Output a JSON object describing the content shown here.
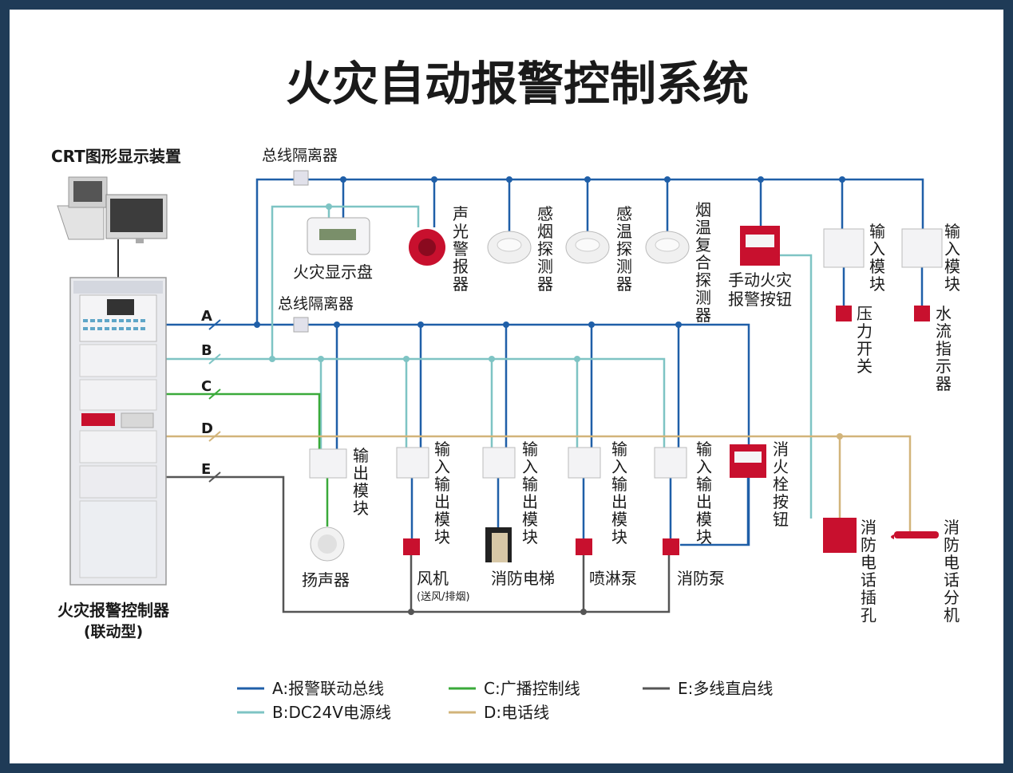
{
  "title": "火灾自动报警控制系统",
  "colors": {
    "A": "#1f5fa8",
    "B": "#7ec4c4",
    "C": "#3aaa3a",
    "D": "#d2b47a",
    "E": "#555555",
    "frame": "#1f3b57",
    "title": "#1f3b57",
    "red": "#c8102e"
  },
  "labels": {
    "crt": "CRT图形显示装置",
    "isolator_top": "总线隔离器",
    "isolator_mid": "总线隔离器",
    "fire_panel": "火灾显示盘",
    "controller_line1": "火灾报警控制器",
    "controller_line2": "(联动型)",
    "sound_light": "声光警报器",
    "smoke": "感烟探测器",
    "heat": "感温探测器",
    "combo": "烟温复合探测器",
    "manual_line1": "手动火灾",
    "manual_line2": "报警按钮",
    "input_module_1": "输入模块",
    "input_module_2": "输入模块",
    "pressure_switch": "压力开关",
    "water_flow": "水流指示器",
    "output_module": "输出模块",
    "io_module_1": "输入输出模块",
    "io_module_2": "输入输出模块",
    "io_module_3": "输入输出模块",
    "io_module_4": "输入输出模块",
    "hydrant_button": "消火栓按钮",
    "speaker": "扬声器",
    "fan": "风机",
    "fan_note": "(送风/排烟)",
    "elevator": "消防电梯",
    "sprinkler_pump": "喷淋泵",
    "fire_pump": "消防泵",
    "phone_jack": "消防电话插孔",
    "phone_ext": "消防电话分机",
    "line_A": "A",
    "line_B": "B",
    "line_C": "C",
    "line_D": "D",
    "line_E": "E"
  },
  "legend": [
    {
      "key": "A",
      "text": "A:报警联动总线"
    },
    {
      "key": "B",
      "text": "B:DC24V电源线"
    },
    {
      "key": "C",
      "text": "C:广播控制线"
    },
    {
      "key": "D",
      "text": "D:电话线"
    },
    {
      "key": "E",
      "text": "E:多线直启线"
    }
  ]
}
